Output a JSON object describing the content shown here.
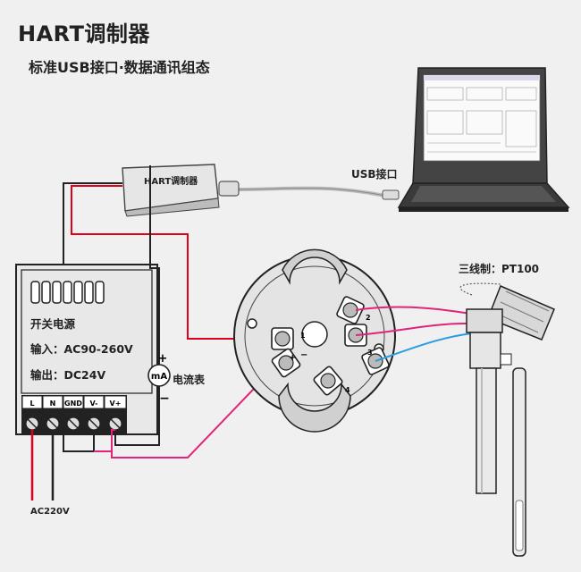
{
  "title": "HART调制器",
  "subtitle": "标准USB接口·数据通讯组态",
  "modem": {
    "label": "HART调制器"
  },
  "usb_label": "USB接口",
  "rtd_label": "三线制：PT100",
  "psu": {
    "name": "开关电源",
    "input": "输入：AC90-260V",
    "output": "输出：DC24V",
    "terminals": [
      "L",
      "N",
      "GND",
      "V-",
      "V+"
    ]
  },
  "ammeter": {
    "symbol": "mA",
    "label": "电流表",
    "plus": "+",
    "minus": "−"
  },
  "transmitter": {
    "t1": "1",
    "t2": "2",
    "t3": "3",
    "t4": "4",
    "plus": "+",
    "minus": "−"
  },
  "ac_label": "AC220V",
  "colors": {
    "red": "#e0001b",
    "pink": "#e0247a",
    "blue": "#2a9de0",
    "black": "#222222",
    "background": "#f0f0f0"
  }
}
